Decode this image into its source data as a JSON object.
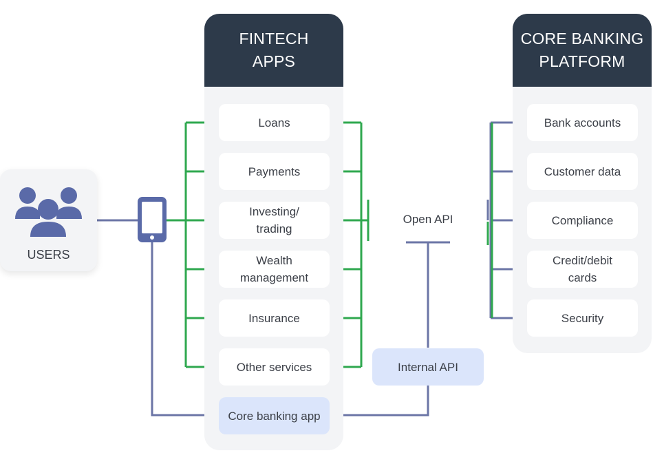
{
  "users": {
    "label": "USERS",
    "icon": "users-group-icon"
  },
  "phone": {
    "icon": "smartphone-icon"
  },
  "fintech_apps": {
    "title": "FINTECH\nAPPS",
    "items": [
      "Loans",
      "Payments",
      "Investing/\ntrading",
      "Wealth\nmanagement",
      "Insurance",
      "Other services"
    ],
    "core_app": "Core banking app"
  },
  "core_banking_platform": {
    "title": "CORE BANKING\nPLATFORM",
    "items": [
      "Bank accounts",
      "Customer data",
      "Compliance",
      "Credit/debit\ncards",
      "Security"
    ]
  },
  "open_api": {
    "label": "Open API"
  },
  "internal_api": {
    "label": "Internal API"
  },
  "colors": {
    "header": "#2d3a4a",
    "panel": "#f3f4f6",
    "green_connector": "#2fa84f",
    "blue_connector": "#6b75a6",
    "icon": "#5a6aa8",
    "highlight": "#dbe5fb"
  }
}
